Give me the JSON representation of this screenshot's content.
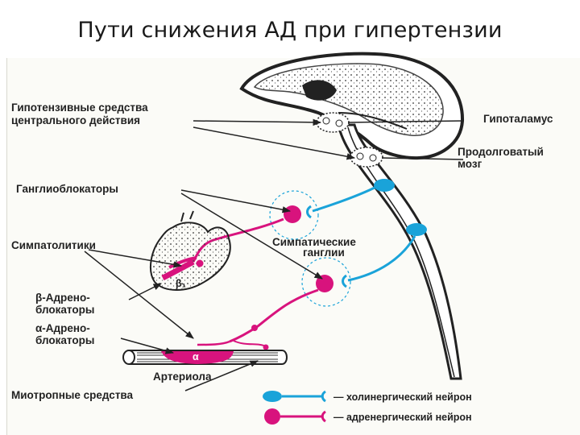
{
  "title": "Пути снижения АД при гипертензии",
  "labels": {
    "central_line1": "Гипотензивные средства",
    "central_line2": "центрального действия",
    "hypothalamus": "Гипоталамус",
    "medulla_line1": "Продолговатый",
    "medulla_line2": "мозг",
    "ganglioblockers": "Ганглиоблокаторы",
    "sympatholytics": "Симпатолитики",
    "symp_ganglia_line1": "Симпатические",
    "symp_ganglia_line2": "ганглии",
    "beta_line1": "β-Адрено-",
    "beta_line2": "блокаторы",
    "alpha_line1": "α-Адрено-",
    "alpha_line2": "блокаторы",
    "beta1": "β₁",
    "alpha": "α",
    "arteriole": "Артериола",
    "myotropic": "Миотропные средства"
  },
  "legend": {
    "cholinergic": "— холинергический нейрон",
    "adrenergic": "— адренергический нейрон"
  },
  "colors": {
    "cholinergic": "#1aa3d9",
    "adrenergic": "#d8137d",
    "ink": "#222222"
  }
}
